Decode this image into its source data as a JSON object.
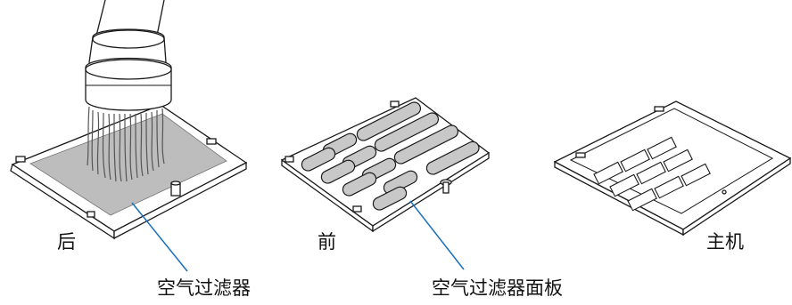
{
  "labels": {
    "back": "后",
    "front": "前",
    "main_unit": "主机",
    "air_filter": "空气过滤器",
    "filter_cover": "空气过滤器面板"
  },
  "colors": {
    "callout_line": "#1a6fbf",
    "outline": "#1a1a1a",
    "filter_fill": "#bdbdbd",
    "slot_fill": "#c8c8c8"
  }
}
